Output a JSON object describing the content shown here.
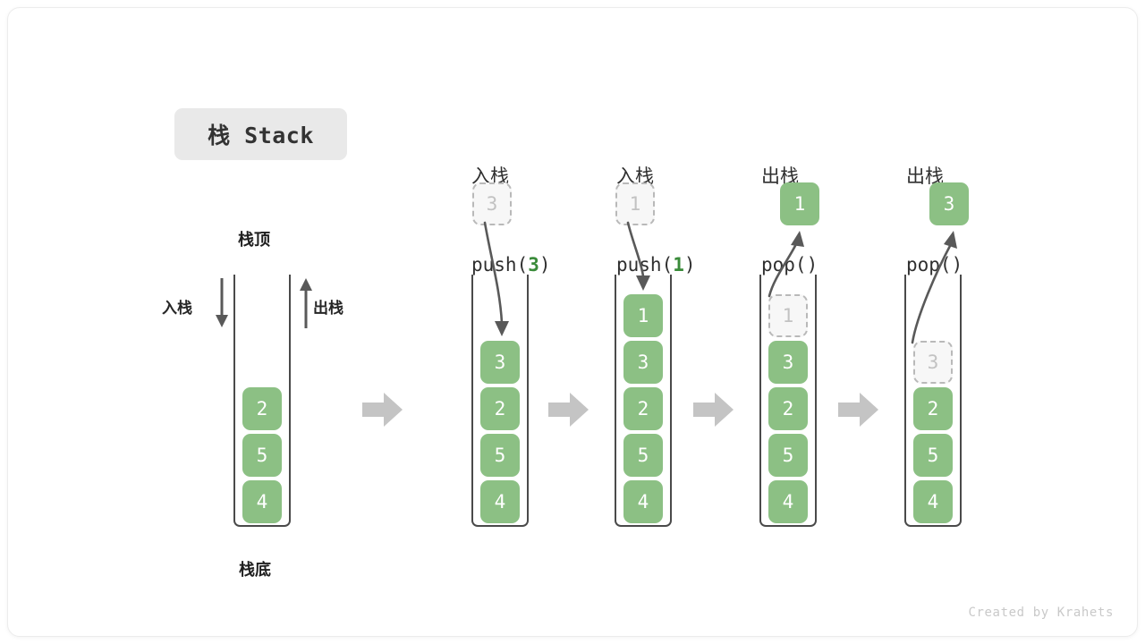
{
  "title": {
    "badge": "栈 Stack"
  },
  "legend": {
    "top_label": "栈顶",
    "bottom_label": "栈底",
    "push_label": "入栈",
    "pop_label": "出栈"
  },
  "footer": {
    "credit": "Created by Krahets"
  },
  "colors": {
    "cell_fill": "#8cc084",
    "cell_text": "#ffffff",
    "ghost_fill": "#f7f7f7",
    "ghost_border": "#b9b9b9",
    "ghost_text": "#c2c2c2",
    "tube_border": "#4a4a4a",
    "arrow_gray": "#c4c4c4",
    "curve_arrow": "#595959",
    "highlight_green": "#3a8b3a",
    "badge_bg": "#e9e9e9"
  },
  "steps": [
    {
      "id": "initial",
      "header_line1": "",
      "header_op": "",
      "header_arg": "",
      "stack": [
        "2",
        "5",
        "4"
      ],
      "floating": null,
      "ghost_in_stack": null
    },
    {
      "id": "push-3",
      "header_line1": "入栈",
      "header_op": "push(",
      "header_arg": "3",
      "header_close": ")",
      "stack": [
        "3",
        "2",
        "5",
        "4"
      ],
      "floating": {
        "value": "3",
        "style": "ghost"
      },
      "ghost_in_stack": null
    },
    {
      "id": "push-1",
      "header_line1": "入栈",
      "header_op": "push(",
      "header_arg": "1",
      "header_close": ")",
      "stack": [
        "1",
        "3",
        "2",
        "5",
        "4"
      ],
      "floating": {
        "value": "1",
        "style": "ghost"
      },
      "ghost_in_stack": null
    },
    {
      "id": "pop-1",
      "header_line1": "出栈",
      "header_op": "pop(",
      "header_arg": "",
      "header_close": ")",
      "stack": [
        "3",
        "2",
        "5",
        "4"
      ],
      "floating": {
        "value": "1",
        "style": "solid"
      },
      "ghost_in_stack": {
        "value": "1",
        "slot": 0
      }
    },
    {
      "id": "pop-3",
      "header_line1": "出栈",
      "header_op": "pop(",
      "header_arg": "",
      "header_close": ")",
      "stack": [
        "2",
        "5",
        "4"
      ],
      "floating": {
        "value": "3",
        "style": "solid"
      },
      "ghost_in_stack": {
        "value": "3",
        "slot": 1
      }
    }
  ],
  "flow_arrows": 4
}
